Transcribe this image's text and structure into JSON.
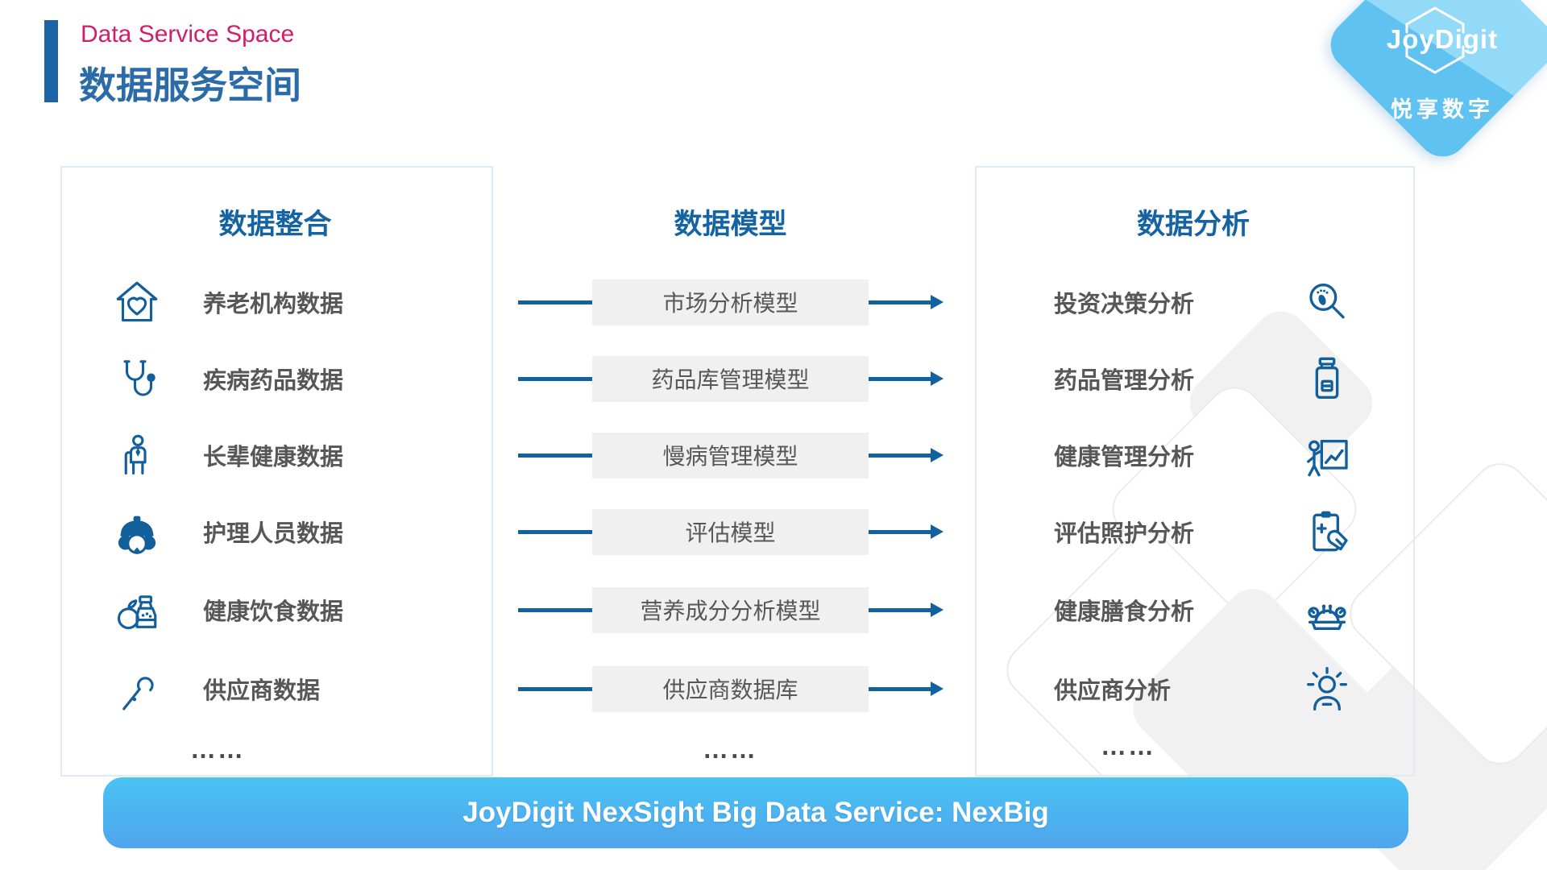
{
  "header": {
    "subtitle_en": "Data Service Space",
    "title_zh": "数据服务空间"
  },
  "logo": {
    "brand_en": "JoyDigit",
    "brand_zh": "悦享数字"
  },
  "columns": {
    "integration": {
      "title": "数据整合",
      "items": [
        {
          "icon": "house-heart-icon",
          "label": "养老机构数据"
        },
        {
          "icon": "stethoscope-icon",
          "label": "疾病药品数据"
        },
        {
          "icon": "elderly-person-icon",
          "label": "长辈健康数据"
        },
        {
          "icon": "nurse-icon",
          "label": "护理人员数据"
        },
        {
          "icon": "healthy-food-icon",
          "label": "健康饮食数据"
        },
        {
          "icon": "walking-cane-icon",
          "label": "供应商数据"
        }
      ],
      "ellipsis": "……"
    },
    "models": {
      "title": "数据模型",
      "items": [
        "市场分析模型",
        "药品库管理模型",
        "慢病管理模型",
        "评估模型",
        "营养成分分析模型",
        "供应商数据库"
      ],
      "ellipsis": "……"
    },
    "analysis": {
      "title": "数据分析",
      "items": [
        {
          "label": "投资决策分析",
          "icon": "magnifier-footprint-icon"
        },
        {
          "label": "药品管理分析",
          "icon": "medicine-bottle-icon"
        },
        {
          "label": "健康管理分析",
          "icon": "health-chart-presenter-icon"
        },
        {
          "label": "评估照护分析",
          "icon": "care-clipboard-icon"
        },
        {
          "label": "健康膳食分析",
          "icon": "seafood-dish-icon"
        },
        {
          "label": "供应商分析",
          "icon": "supplier-idea-icon"
        }
      ],
      "ellipsis": "……"
    }
  },
  "banner": {
    "text": "JoyDigit NexSight Big Data Service: NexBig"
  },
  "colors": {
    "accent_blue": "#1C64A6",
    "title_blue": "#2B6CA8",
    "column_header_blue": "#1464A4",
    "icon_blue": "#135F9C",
    "connector_blue": "#11629F",
    "subtitle_pink": "#D21D6B",
    "item_text_gray": "#575757",
    "model_box_bg": "#F0F0F0",
    "panel_border": "#DCEBF5",
    "banner_top": "#49C3F4",
    "banner_bottom": "#4FA5EC",
    "logo_light_blue": "#93DAF8",
    "logo_blue": "#60C2F0"
  }
}
